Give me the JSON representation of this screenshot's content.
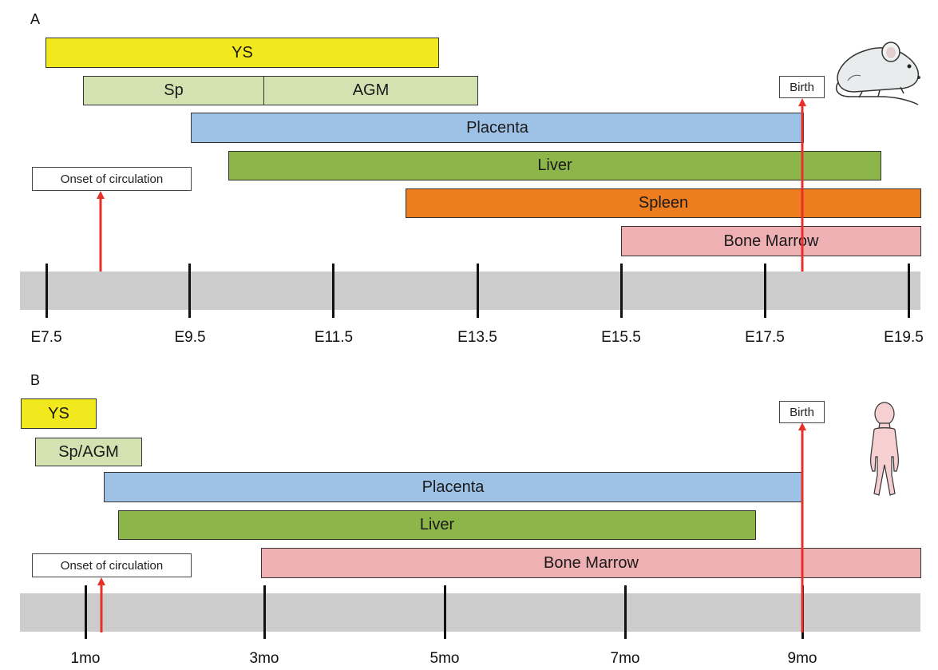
{
  "panel_a": {
    "letter": "A",
    "bars": [
      {
        "label": "YS",
        "color": "#f2e81e"
      },
      {
        "label": "Sp",
        "color": "#d3e2b0"
      },
      {
        "label": "AGM",
        "color": "#d3e2b0"
      },
      {
        "label": "Placenta",
        "color": "#9ec2e6"
      },
      {
        "label": "Liver",
        "color": "#8db64a"
      },
      {
        "label": "Spleen",
        "color": "#ee7d1f"
      },
      {
        "label": "Bone Marrow",
        "color": "#efb0b3"
      }
    ],
    "onset_label": "Onset of circulation",
    "birth_label": "Birth",
    "ticks": [
      "E7.5",
      "E9.5",
      "E11.5",
      "E13.5",
      "E15.5",
      "E17.5",
      "E19.5"
    ],
    "icon": "mouse-icon"
  },
  "panel_b": {
    "letter": "B",
    "bars": [
      {
        "label": "YS",
        "color": "#f2e81e"
      },
      {
        "label": "Sp/AGM",
        "color": "#d3e2b0"
      },
      {
        "label": "Placenta",
        "color": "#9ec2e6"
      },
      {
        "label": "Liver",
        "color": "#8db64a"
      },
      {
        "label": "Bone Marrow",
        "color": "#efb0b3"
      }
    ],
    "onset_label": "Onset of circulation",
    "birth_label": "Birth",
    "ticks": [
      "1mo",
      "3mo",
      "5mo",
      "7mo",
      "9mo"
    ],
    "icon": "human-icon"
  },
  "arrow_color": "#e8302a",
  "timeline_color": "#cccccc"
}
